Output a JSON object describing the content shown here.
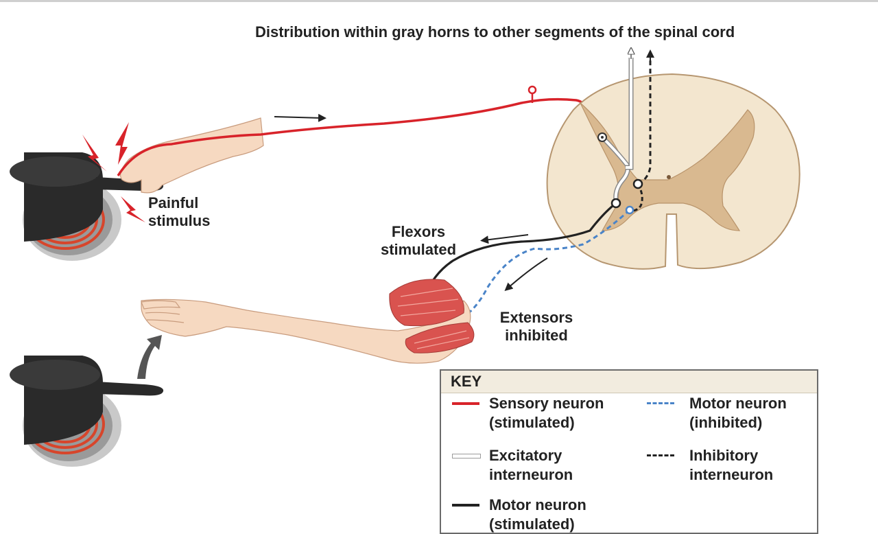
{
  "title": "Distribution within gray horns to other segments of the spinal cord",
  "labels": {
    "painful_line1": "Painful",
    "painful_line2": "stimulus",
    "flexors_line1": "Flexors",
    "flexors_line2": "stimulated",
    "extensors_line1": "Extensors",
    "extensors_line2": "inhibited"
  },
  "key": {
    "heading": "KEY",
    "items": [
      {
        "line1": "Sensory neuron",
        "line2": "(stimulated)",
        "style": "red-solid"
      },
      {
        "line1": "Motor neuron",
        "line2": "(inhibited)",
        "style": "blue-dashed"
      },
      {
        "line1": "Excitatory",
        "line2": "interneuron",
        "style": "white-outline"
      },
      {
        "line1": "Inhibitory",
        "line2": "interneuron",
        "style": "black-dashed"
      },
      {
        "line1": "Motor neuron",
        "line2": "(stimulated)",
        "style": "black-solid"
      }
    ]
  },
  "colors": {
    "sensory": "#d8232a",
    "motor_inhibited": "#4a84c8",
    "motor_stimulated": "#222222",
    "white_matter": "#f3e6cf",
    "gray_matter": "#d9b990",
    "skin": "#f6d9c1",
    "muscle": "#d9534f",
    "pan": "#2a2a2a",
    "burner": "#d7452b"
  }
}
